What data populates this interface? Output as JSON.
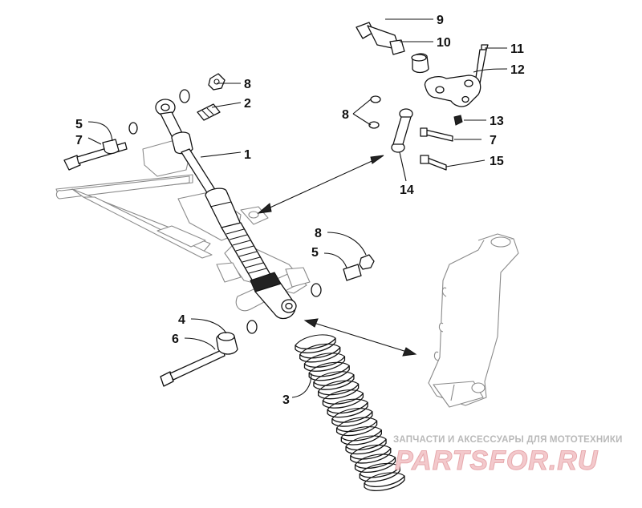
{
  "part_labels": {
    "1": "1",
    "2": "2",
    "3": "3",
    "4": "4",
    "5": "5",
    "6": "6",
    "7": "7",
    "8": "8",
    "9": "9",
    "10": "10",
    "11": "11",
    "12": "12",
    "13": "13",
    "14": "14",
    "15": "15"
  },
  "watermark": {
    "caption": "ЗАПЧАСТИ И АКСЕССУАРЫ ДЛЯ МОТОТЕХНИКИ",
    "brand": "PARTSFOR.RU"
  },
  "colors": {
    "line": "#111111",
    "ghost_line": "#8a8a8a",
    "watermark_fill": "#f3c9cc",
    "watermark_caption": "#b9b9b9"
  }
}
